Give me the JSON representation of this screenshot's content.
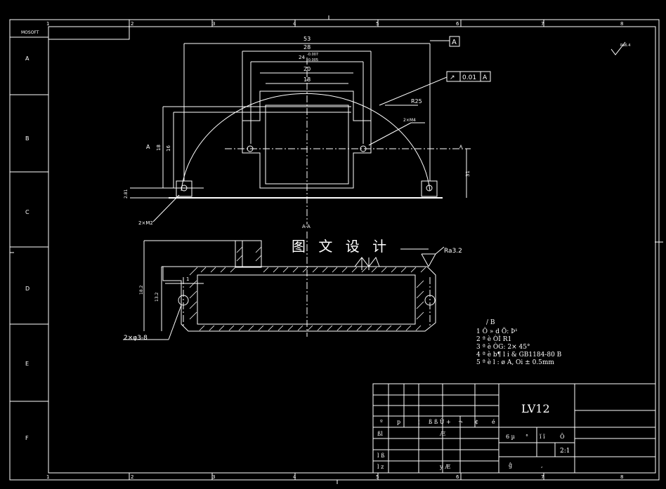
{
  "frame": {
    "top_zones": [
      "1",
      "2",
      "3",
      "4",
      "5",
      "6",
      "7",
      "8"
    ],
    "side_zones": [
      "A",
      "B",
      "C",
      "D",
      "E",
      "F"
    ],
    "corner_label": "MOSOFT"
  },
  "watermark": "图 文 设 计",
  "top_view": {
    "dims": [
      "53",
      "28",
      "24",
      "-0.007",
      "-0.005",
      "20",
      "18",
      "R25",
      "2×M4",
      "16",
      "18",
      "31",
      "2×M2",
      "2.81"
    ],
    "datum": "A",
    "tolerance": {
      "symbol": "↗",
      "value": "0.01",
      "datum": "A"
    },
    "section_label": "A"
  },
  "section_view": {
    "title": "A-A",
    "dims": [
      "1",
      "2×φ3-8",
      "13.2",
      "18.2"
    ],
    "roughness": "Ra3.2"
  },
  "roughness_top": "Ra6.4",
  "notes": {
    "title": "/   B",
    "lines": [
      "1   Ô        » d Ö: Þ¹",
      "2   ª è   ÒÌ   R1",
      "3   ª è   ÒG: 2× 45°",
      "4   ª è b¶ l i    &  GB1184-80     B",
      "5   ª è   l : ø A,  Oi ± 0.5mm"
    ]
  },
  "title_block": {
    "part_name": "LV12",
    "scale": "2:1",
    "row_labels": [
      "º",
      "p",
      "¦",
      "ß ß  Ü +",
      "¬",
      "¢",
      "é"
    ],
    "cells": [
      "ßl",
      "Æ",
      "l ß",
      "l z",
      "y Æ",
      "6 µ",
      "°",
      "ĭ ĩ",
      "Ô",
      "ĝ",
      ","
    ]
  }
}
